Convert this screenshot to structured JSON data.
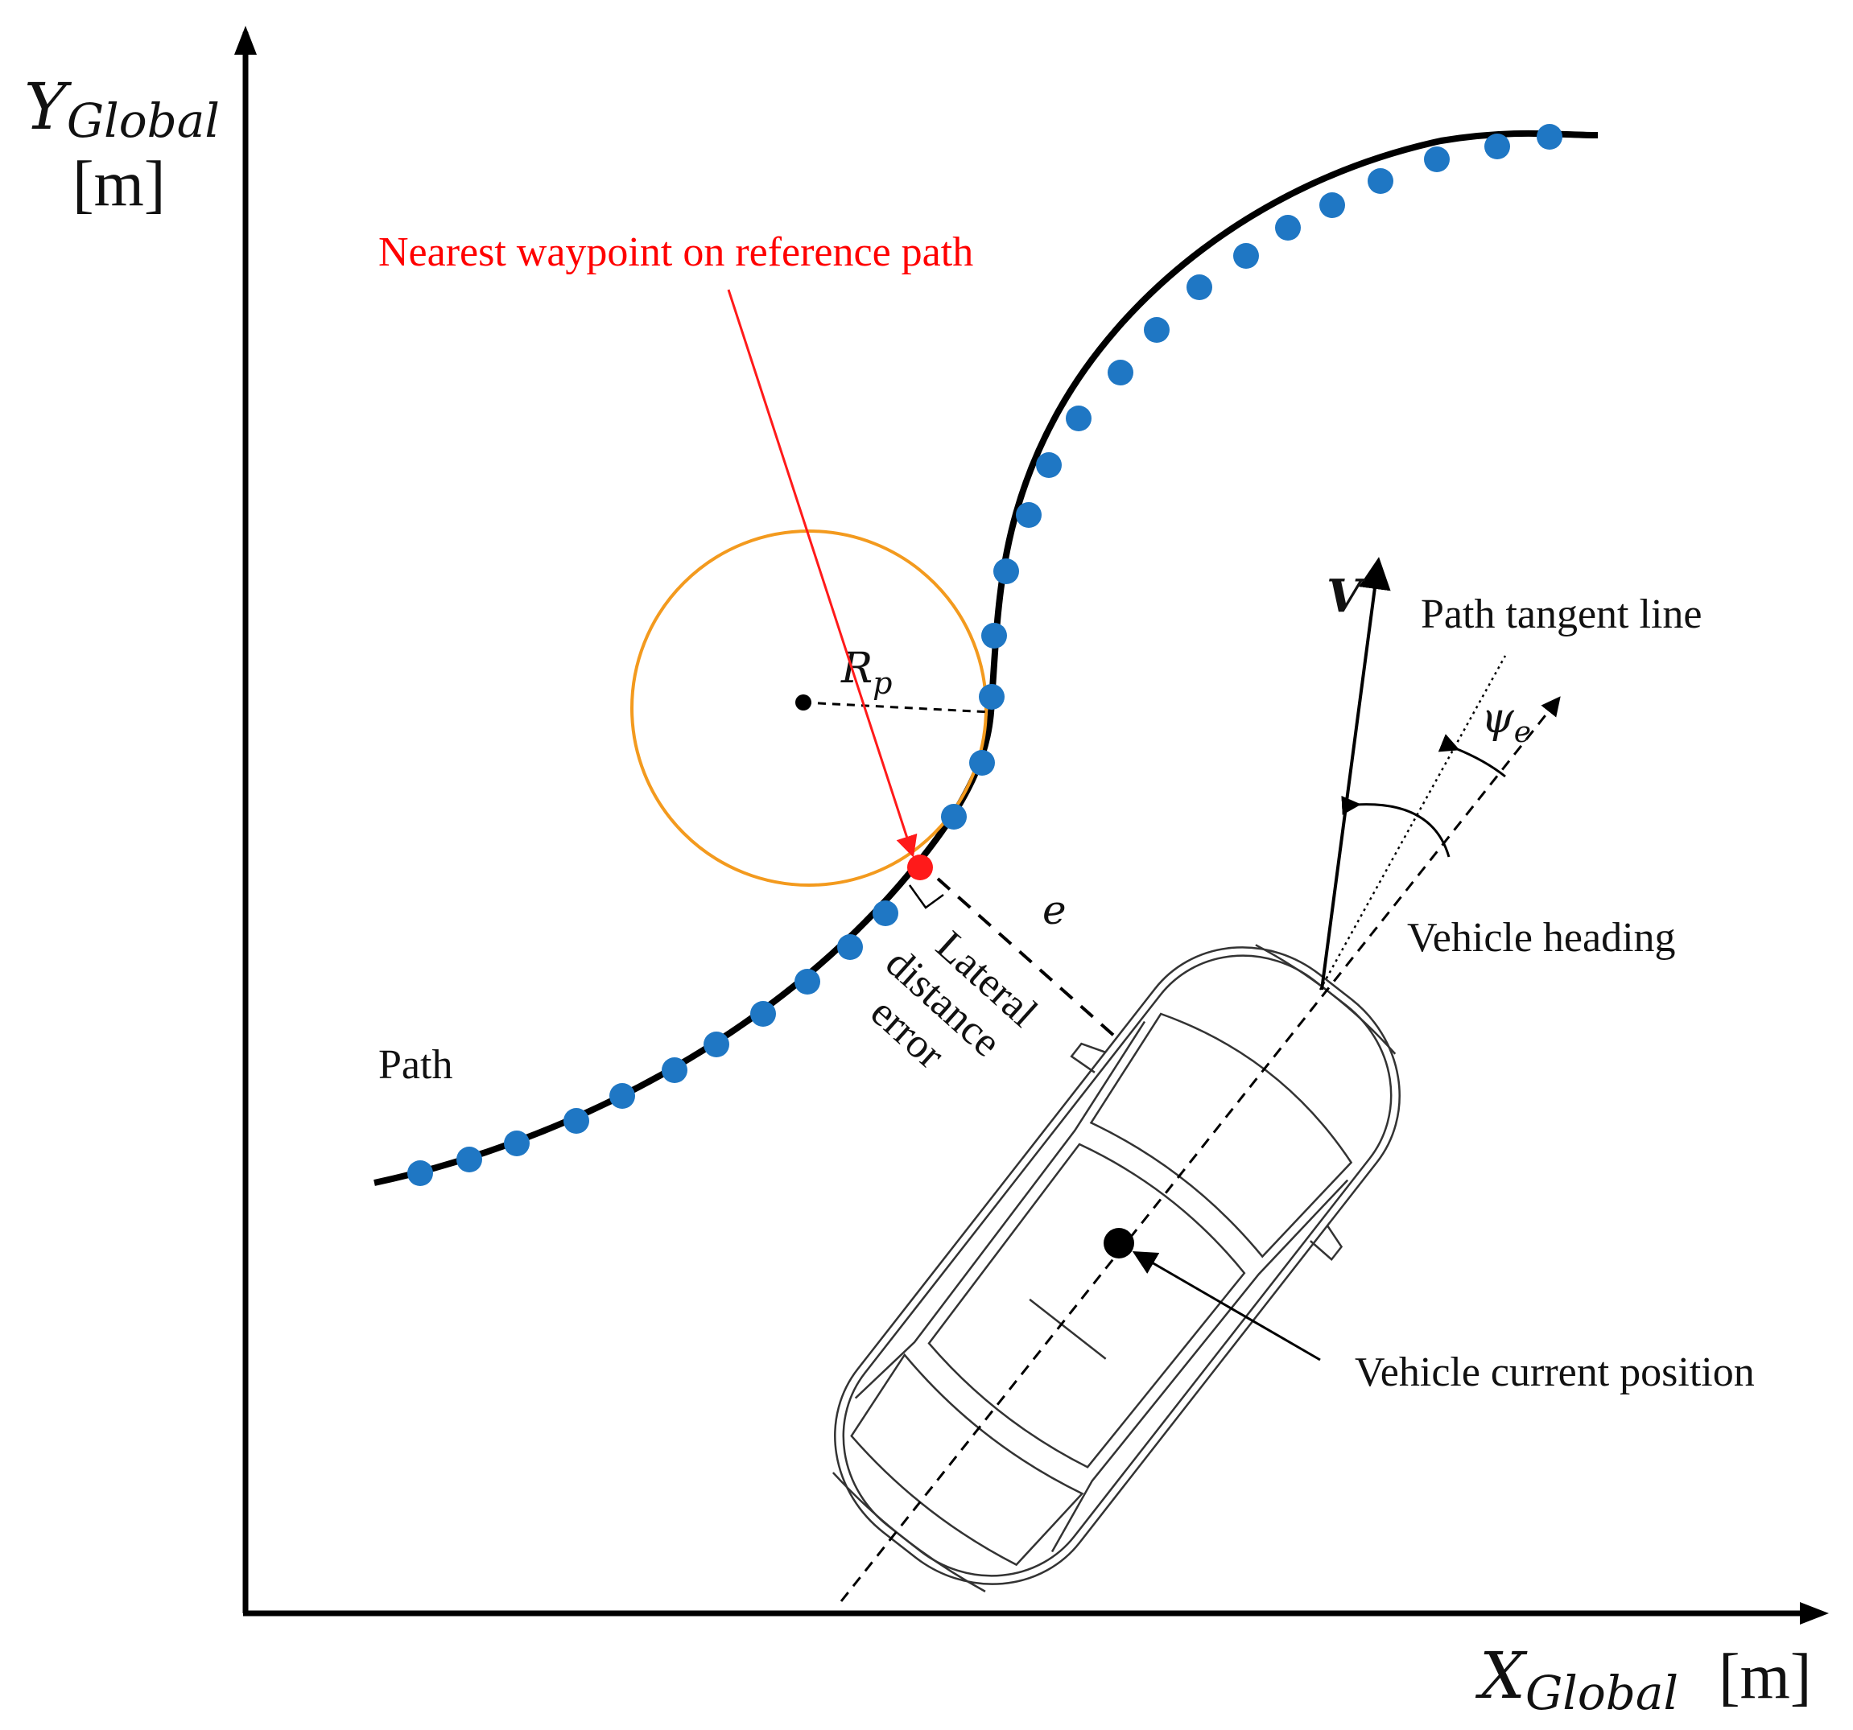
{
  "axes": {
    "y": {
      "symbol": "Y",
      "subscript": "Global",
      "unit": "[m]"
    },
    "x": {
      "symbol": "X",
      "subscript": "Global",
      "unit": "[m]"
    }
  },
  "labels": {
    "nearest_waypoint": "Nearest waypoint on reference path",
    "path": "Path",
    "path_tangent": "Path tangent line",
    "vehicle_heading": "Vehicle heading",
    "vehicle_position": "Vehicle current position",
    "lateral_line1": "Lateral",
    "lateral_line2": "distance",
    "lateral_line3": "error",
    "velocity": "V",
    "error_symbol": "e",
    "radius_symbol": "R",
    "radius_subscript": "p",
    "heading_error_symbol": "ψ",
    "heading_error_subscript": "e"
  },
  "colors": {
    "path": "#000000",
    "waypoint": "#1f77c4",
    "nearest_waypoint": "#ff1a1a",
    "curvature_circle": "#f39a1e",
    "annotation": "#ff0000"
  },
  "icons": {
    "vehicle": "car-top-view-icon"
  }
}
